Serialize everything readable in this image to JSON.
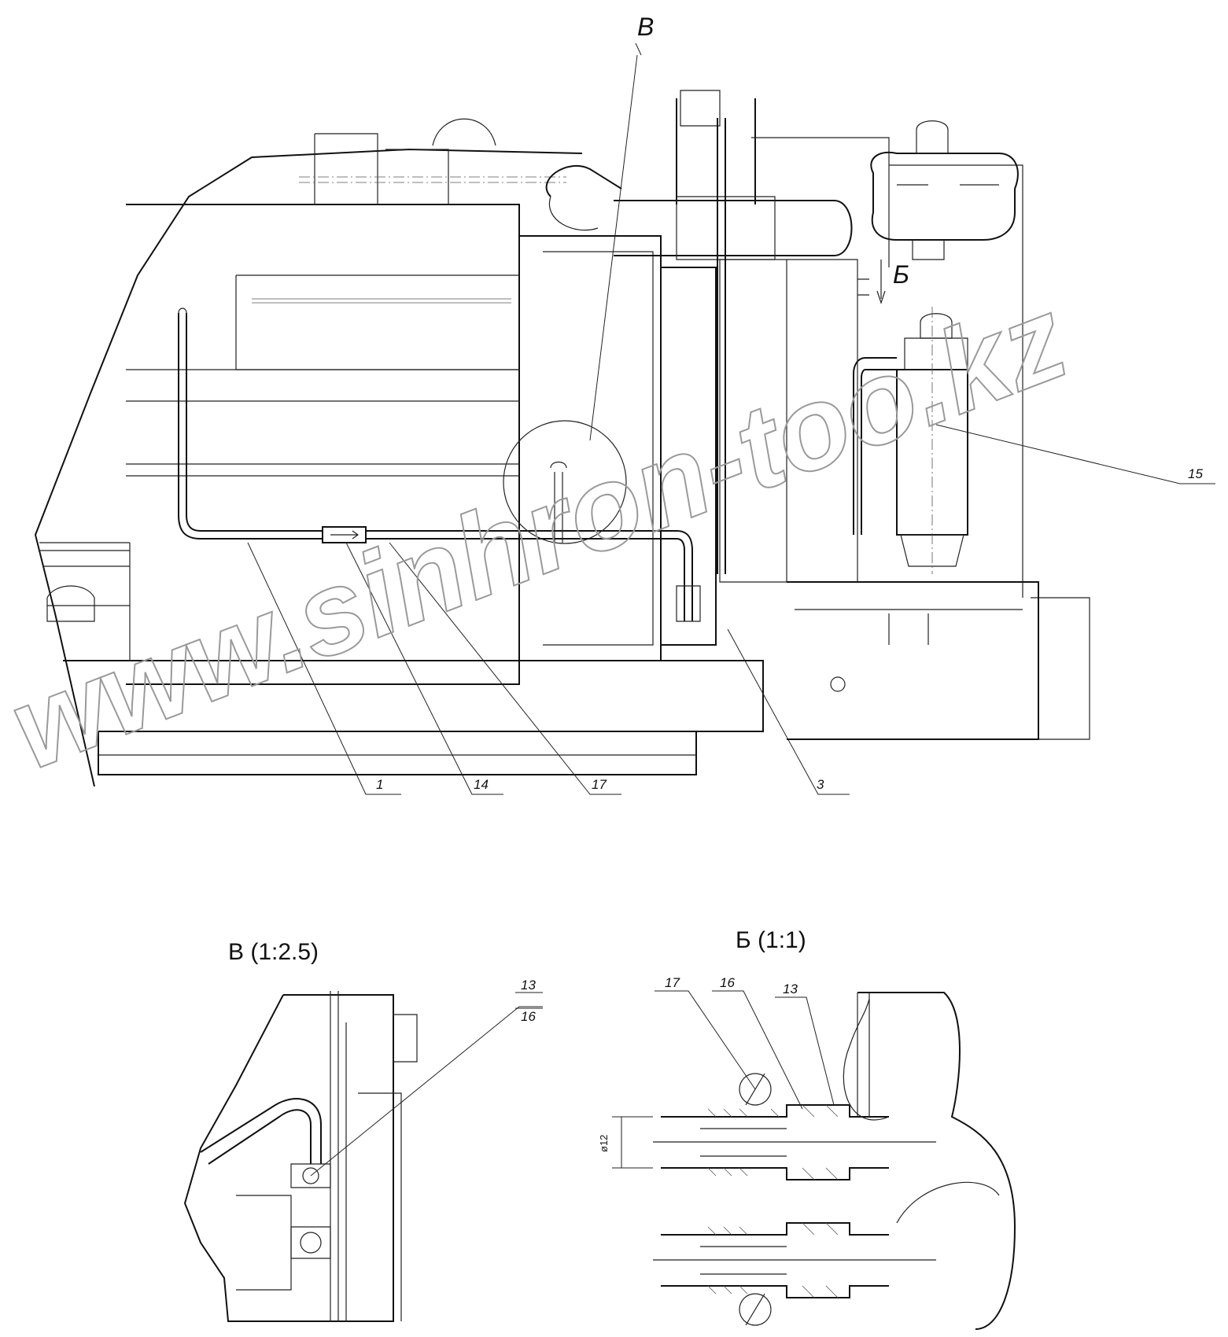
{
  "views": {
    "view_b_letter": "В",
    "view_v_letter": "Б",
    "detail_b_title": "В (1:2.5)",
    "detail_v_title": "Б (1:1)"
  },
  "callouts": {
    "c1": "1",
    "c14": "14",
    "c17": "17",
    "c3": "3",
    "c15": "15",
    "d13": "13",
    "d16": "16",
    "s17": "17",
    "s16": "16",
    "s13": "13"
  },
  "dimension": "ø12",
  "watermark": "www.sinhron-too.kz",
  "colors": {
    "line": "#111111",
    "watermark": "#9a9a9a"
  }
}
